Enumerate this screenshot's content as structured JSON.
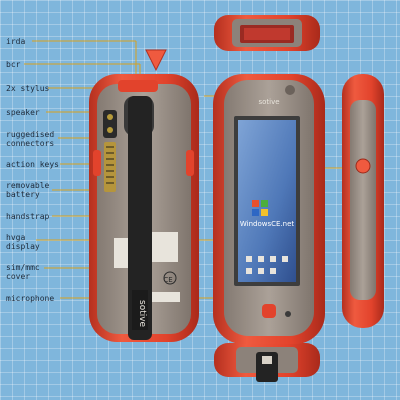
{
  "labels": {
    "irda": "irda",
    "bcr": "bcr",
    "stylus": "2x stylus",
    "speaker": "speaker",
    "ruggedised_1": "ruggedised",
    "ruggedised_2": "connectors",
    "action_keys": "action keys",
    "battery_1": "removable",
    "battery_2": "battery",
    "handstrap": "handstrap",
    "hvga_1": "hvga",
    "hvga_2": "display",
    "sim_1": "sim/mmc",
    "sim_2": "cover",
    "microphone": "microphone"
  },
  "device": {
    "brand": "sotive",
    "os_label": "WindowsCE.net",
    "ce_mark": "CE"
  },
  "colors": {
    "background": "#7fb6dc",
    "rubber": "#e2432c",
    "body": "#9a9088",
    "screen": "#5d86c2",
    "strap": "#232323",
    "leader": "#d8a21e"
  }
}
